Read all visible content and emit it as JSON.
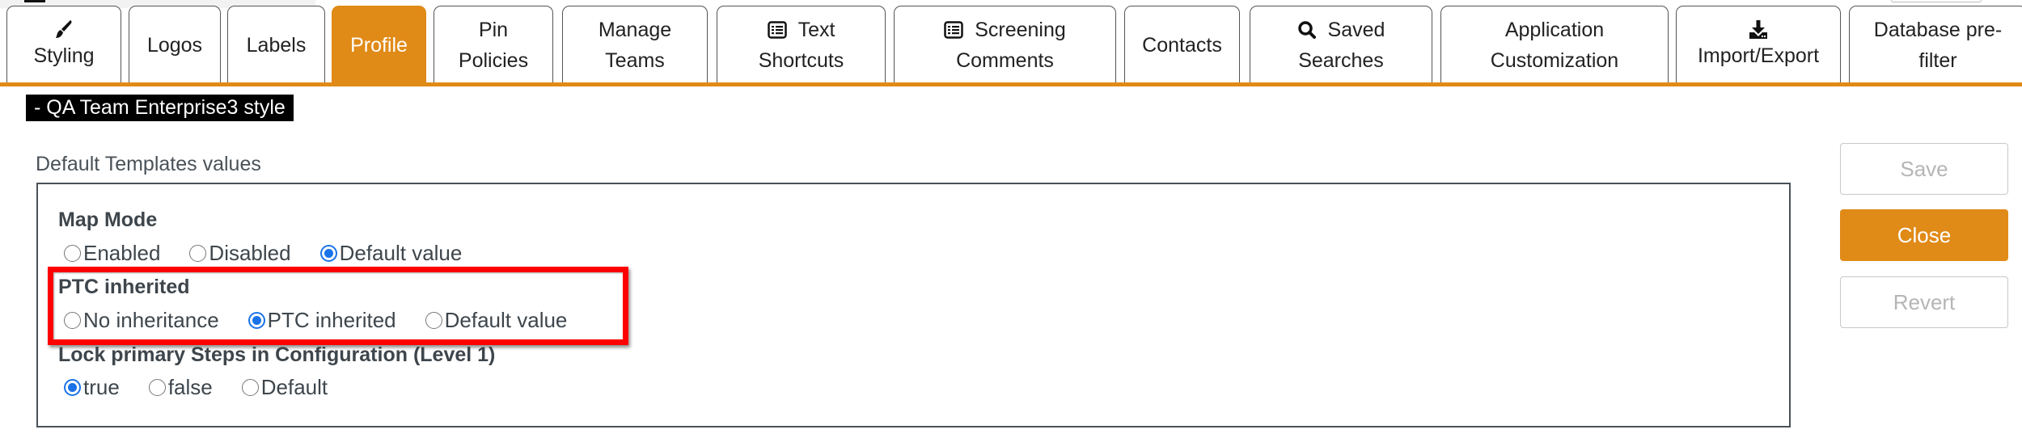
{
  "tabs": [
    {
      "id": "styling",
      "lines": [
        "",
        "Styling"
      ],
      "icon": "paintbrush-icon",
      "active": false
    },
    {
      "id": "logos",
      "lines": [
        "Logos"
      ],
      "icon": null,
      "active": false
    },
    {
      "id": "labels",
      "lines": [
        "Labels"
      ],
      "icon": null,
      "active": false
    },
    {
      "id": "profile",
      "lines": [
        "Profile"
      ],
      "icon": null,
      "active": true
    },
    {
      "id": "pin-policies",
      "lines": [
        "Pin",
        "Policies"
      ],
      "icon": null,
      "active": false
    },
    {
      "id": "manage-teams",
      "lines": [
        "Manage",
        "Teams"
      ],
      "icon": null,
      "active": false
    },
    {
      "id": "text-shortcuts",
      "lines": [
        "Text",
        "Shortcuts"
      ],
      "icon": "list-icon",
      "active": false
    },
    {
      "id": "screening-comments",
      "lines": [
        "Screening",
        "Comments"
      ],
      "icon": "list-icon",
      "active": false
    },
    {
      "id": "contacts",
      "lines": [
        "Contacts"
      ],
      "icon": null,
      "active": false
    },
    {
      "id": "saved-searches",
      "lines": [
        "Saved",
        "Searches"
      ],
      "icon": "search-icon",
      "active": false
    },
    {
      "id": "application-customization",
      "lines": [
        "Application",
        "Customization"
      ],
      "icon": null,
      "active": false
    },
    {
      "id": "import-export",
      "lines": [
        "",
        "Import/Export"
      ],
      "icon": "download-icon",
      "active": false
    },
    {
      "id": "database-prefilter",
      "lines": [
        "Database pre-",
        "filter"
      ],
      "icon": null,
      "active": false
    }
  ],
  "style_title": "- QA Team Enterprise3 style",
  "section_title": "Default Templates values",
  "fields": {
    "map_mode": {
      "label": "Map Mode",
      "options": [
        "Enabled",
        "Disabled",
        "Default value"
      ],
      "selected": "Default value"
    },
    "ptc_inherited": {
      "label": "PTC inherited",
      "options": [
        "No inheritance",
        "PTC inherited",
        "Default value"
      ],
      "selected": "PTC inherited"
    },
    "lock_primary_steps": {
      "label": "Lock primary Steps in Configuration (Level 1)",
      "options": [
        "true",
        "false",
        "Default"
      ],
      "selected": "true"
    }
  },
  "buttons": {
    "save": "Save",
    "close": "Close",
    "revert": "Revert"
  },
  "colors": {
    "accent": "#e08a17",
    "highlight": "#ff0000",
    "radio_checked": "#1a73e8"
  }
}
